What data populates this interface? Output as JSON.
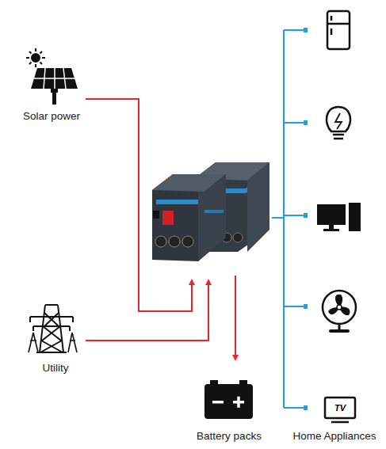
{
  "diagram": {
    "nodes": [
      {
        "text": [
          "Solar power"
        ]
      },
      {
        "text": [
          "Utility"
        ]
      },
      {
        "text": [
          "Battery packs"
        ]
      },
      {
        "text": [
          "Home Appliances"
        ]
      }
    ],
    "labels": [
      "TV"
    ]
  }
}
